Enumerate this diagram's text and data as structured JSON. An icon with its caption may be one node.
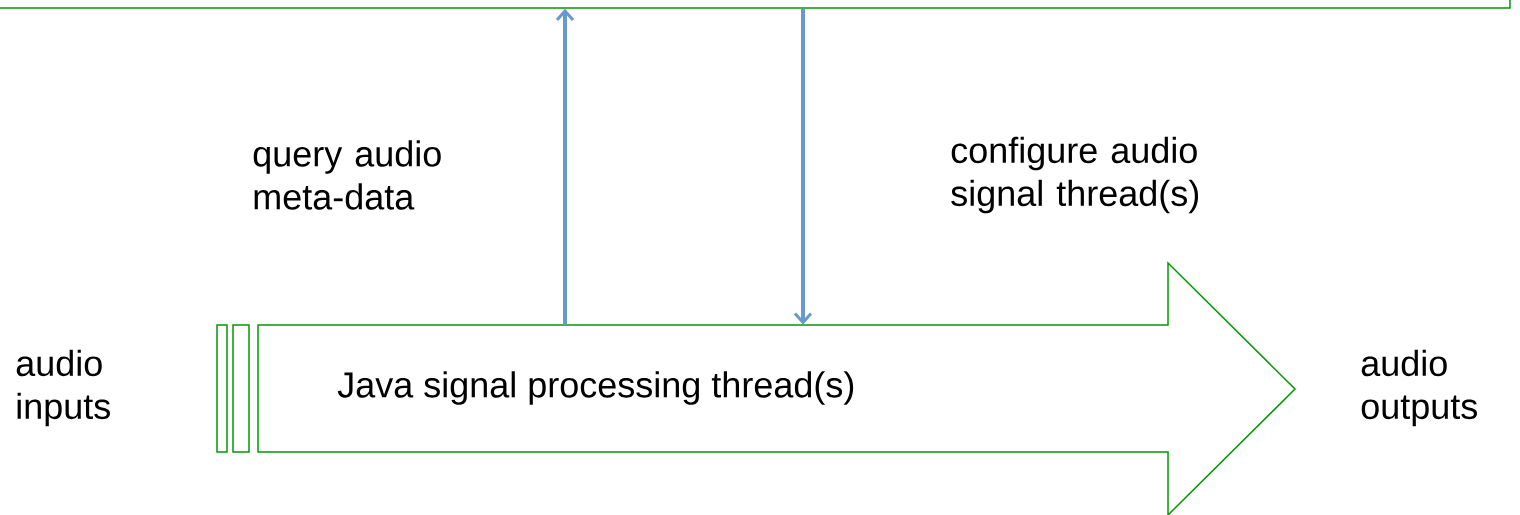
{
  "diagram": {
    "nodes": [
      {
        "text": [],
        "shape": "box"
      },
      {
        "text": [
          "Java signal processing thread(s)"
        ]
      }
    ],
    "edges": [
      {
        "from": 1,
        "to": 0,
        "arrow": "to",
        "label": "query audio meta-data"
      },
      {
        "from": 0,
        "to": 1,
        "arrow": "to",
        "label": "configure audio signal thread(s)"
      }
    ],
    "labels": [
      "audio inputs",
      "audio outputs"
    ]
  }
}
